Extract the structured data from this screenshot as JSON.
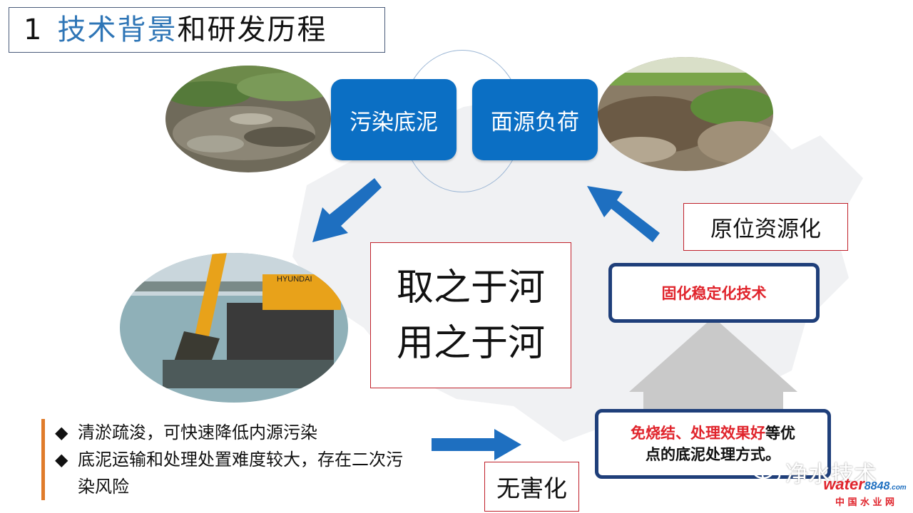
{
  "title": {
    "number": "1",
    "highlight": "技术背景",
    "rest": "和研发历程"
  },
  "boxes": {
    "pollution": "污染底泥",
    "nonpoint": "面源负荷",
    "slogan_line1": "取之于河",
    "slogan_line2": "用之于河",
    "in_situ": "原位资源化",
    "solidify": "固化稳定化技术",
    "harmless": "无害化",
    "method_red": "免烧结、处理效果好",
    "method_black1": "等优",
    "method_line2": "点的底泥处理方式。"
  },
  "bullets": [
    {
      "mark": "◆",
      "text": "清淤疏浚，可快速降低内源污染"
    },
    {
      "mark": "◆",
      "text": "底泥运输和处理处置难度较大，存在二次污染风险"
    }
  ],
  "photos": {
    "excavator_brand": "HYUNDAI"
  },
  "watermark": {
    "wechat_name": "净水技术",
    "site_brand": "water",
    "site_brand_num": "8848",
    "site_brand_tld": ".com",
    "site_sub": "中 国 水 业 网"
  },
  "colors": {
    "blue_box": "#0b6fc4",
    "arrow": "#1e6fc0",
    "red_border": "#c0202a",
    "navy_border": "#1f3f7a",
    "accent_orange": "#e07b2a"
  }
}
